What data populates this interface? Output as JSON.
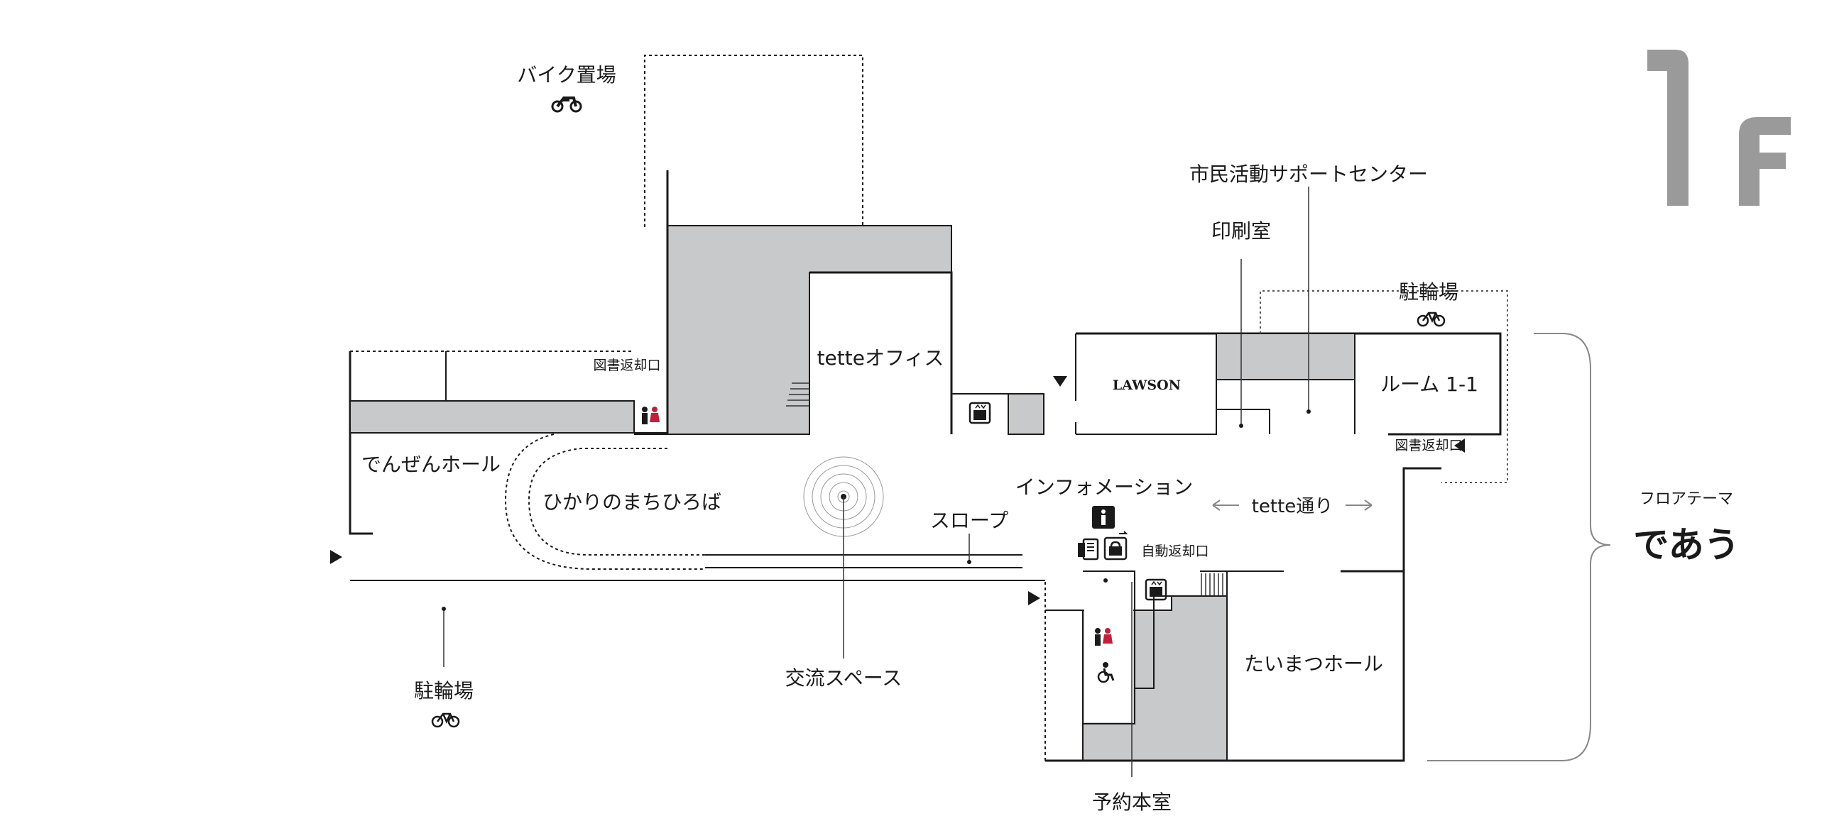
{
  "floor": {
    "number": "1",
    "suffix": "f"
  },
  "theme": {
    "label": "フロアテーマ",
    "value": "であう"
  },
  "labels": {
    "bike_parking": "バイク置場",
    "citizen_center": "市民活動サポートセンター",
    "print_room": "印刷室",
    "bicycle_parking_top": "駐輪場",
    "bicycle_parking_bottom": "駐輪場",
    "book_return_left": "図書返却口",
    "book_return_right": "図書返却口",
    "tette_office": "tetteオフィス",
    "lawson": "LAWSON",
    "room": "ルーム 1-1",
    "denzen_hall": "でんぜんホール",
    "hikari_plaza": "ひかりのまちひろば",
    "information": "インフォメーション",
    "tette_street": "tette通り",
    "slope": "スロープ",
    "auto_return": "自動返却口",
    "taimatsu_hall": "たいまつホール",
    "exchange_space": "交流スペース",
    "reservation_room": "予約本室"
  },
  "icons": {
    "motorcycle": "motorcycle-icon",
    "bicycle": "bicycle-icon",
    "restroom": "restroom-icon",
    "elevator": "elevator-icon",
    "information": "information-icon",
    "wheelchair": "wheelchair-icon",
    "book_machine": "book-machine-icon",
    "locker": "locker-icon"
  },
  "colors": {
    "room_fill": "#c8c9ca",
    "line": "#1a1a1a",
    "floor_number": "#9a9a9a",
    "restroom_red": "#c0203a"
  }
}
